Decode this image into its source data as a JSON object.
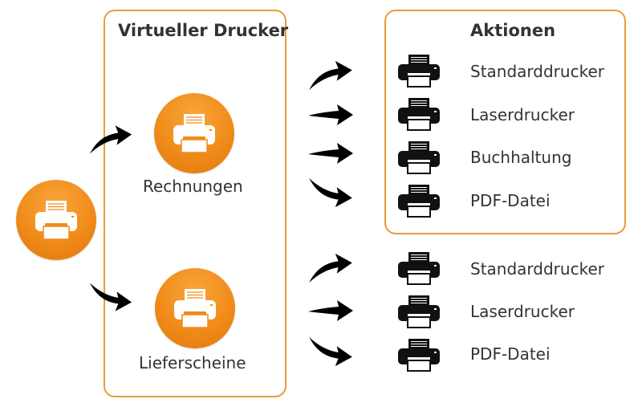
{
  "virtual_printer": {
    "title": "Virtueller Drucker",
    "profiles": [
      {
        "label": "Rechnungen"
      },
      {
        "label": "Lieferscheine"
      }
    ]
  },
  "actions": {
    "title": "Aktionen",
    "rechnungen": [
      {
        "label": "Standarddrucker",
        "icon": "printer-icon"
      },
      {
        "label": "Laserdrucker",
        "icon": "printer-icon"
      },
      {
        "label": "Buchhaltung",
        "icon": "printer-icon"
      },
      {
        "label": "PDF-Datei",
        "icon": "printer-icon"
      }
    ],
    "lieferscheine": [
      {
        "label": "Standarddrucker",
        "icon": "printer-icon"
      },
      {
        "label": "Laserdrucker",
        "icon": "printer-icon"
      },
      {
        "label": "PDF-Datei",
        "icon": "printer-icon"
      }
    ]
  },
  "colors": {
    "accent": "#f08b1a",
    "border": "#ec9a3c",
    "text": "#333333",
    "arrow": "#000000"
  }
}
